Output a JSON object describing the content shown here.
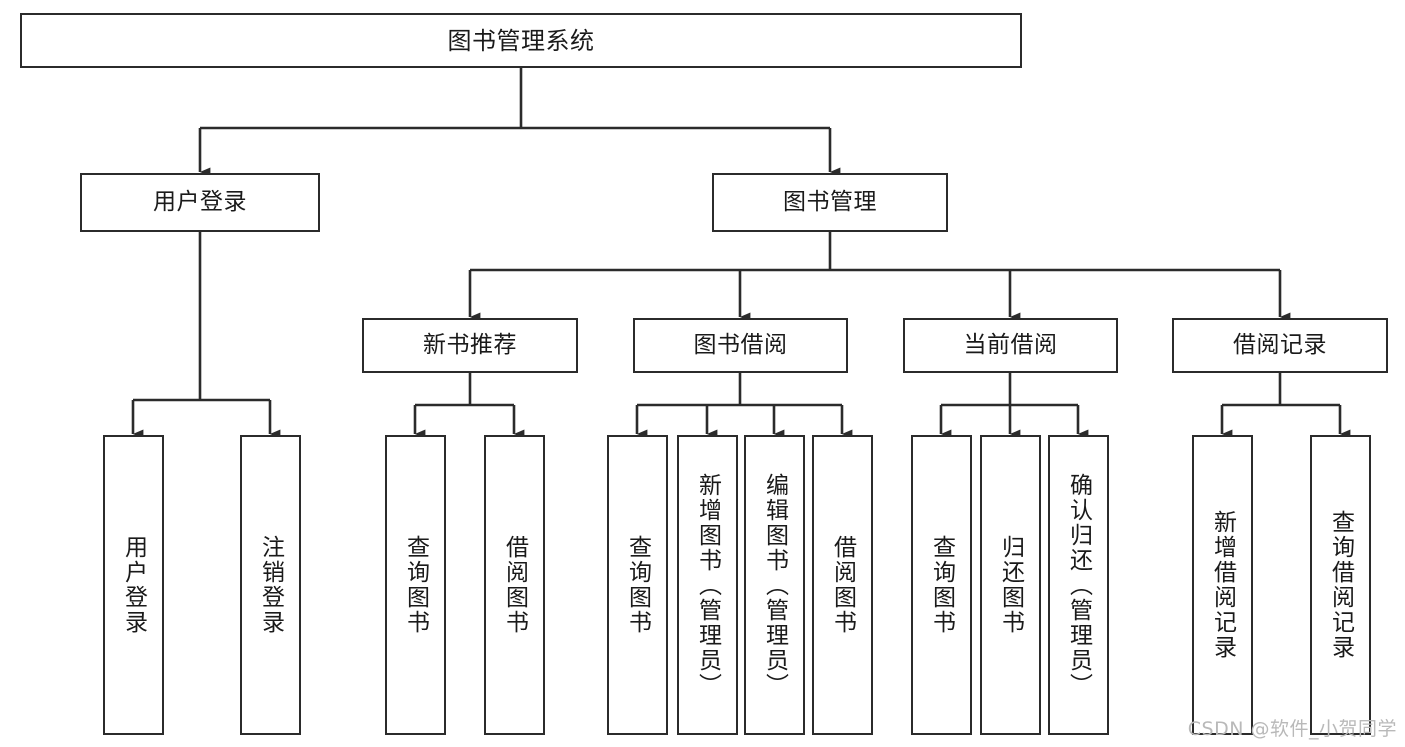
{
  "diagram": {
    "title": "图书管理系统",
    "type": "tree-structure-chart",
    "watermark": "CSDN @软件_小贺同学",
    "colors": {
      "background": "#ffffff",
      "stroke": "#2b2b2b",
      "text": "#1a1a1a",
      "watermark": "#b9b9b9"
    },
    "nodes": {
      "root": {
        "label": "图书管理系统"
      },
      "level2": [
        {
          "label": "用户登录"
        },
        {
          "label": "图书管理"
        }
      ],
      "level3": [
        {
          "label": "新书推荐"
        },
        {
          "label": "图书借阅"
        },
        {
          "label": "当前借阅"
        },
        {
          "label": "借阅记录"
        }
      ],
      "leaves": {
        "user_login": [
          {
            "label": "用户登录"
          },
          {
            "label": "注销登录"
          }
        ],
        "new_book_recommend": [
          {
            "label": "查询图书"
          },
          {
            "label": "借阅图书"
          }
        ],
        "book_borrow": [
          {
            "label": "查询图书"
          },
          {
            "label": "新增图书（管理员）"
          },
          {
            "label": "编辑图书（管理员）"
          },
          {
            "label": "借阅图书"
          }
        ],
        "current_borrow": [
          {
            "label": "查询图书"
          },
          {
            "label": "归还图书"
          },
          {
            "label": "确认归还（管理员）"
          }
        ],
        "borrow_record": [
          {
            "label": "新增借阅记录"
          },
          {
            "label": "查询借阅记录"
          }
        ]
      }
    }
  }
}
